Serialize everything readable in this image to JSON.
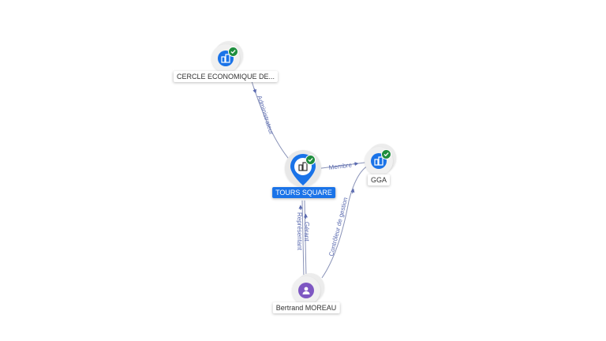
{
  "nodes": {
    "cercle": {
      "label": "CERCLE ECONOMIQUE DE...",
      "icon": "building-icon",
      "verified": true
    },
    "tours": {
      "label": "TOURS SQUARE",
      "icon": "building-icon",
      "verified": true,
      "selected": true
    },
    "gga": {
      "label": "GGA",
      "icon": "building-icon",
      "verified": true
    },
    "bertrand": {
      "label": "Bertrand MOREAU",
      "icon": "person-icon",
      "verified": false
    }
  },
  "edges": {
    "cercle_tours": {
      "label": "Administrateur"
    },
    "tours_gga": {
      "label": "Membre"
    },
    "bertrand_tours_gerant": {
      "label": "Gérant"
    },
    "bertrand_tours_representant": {
      "label": "Représentant"
    },
    "bertrand_gga": {
      "label": "Contrôleur de gestion"
    }
  },
  "colors": {
    "company_blue": "#1a73e8",
    "person_purple": "#7e57c2",
    "verified_green": "#1e8e3e",
    "edge_line": "#8a93b8",
    "edge_label": "#5b6bb0"
  }
}
